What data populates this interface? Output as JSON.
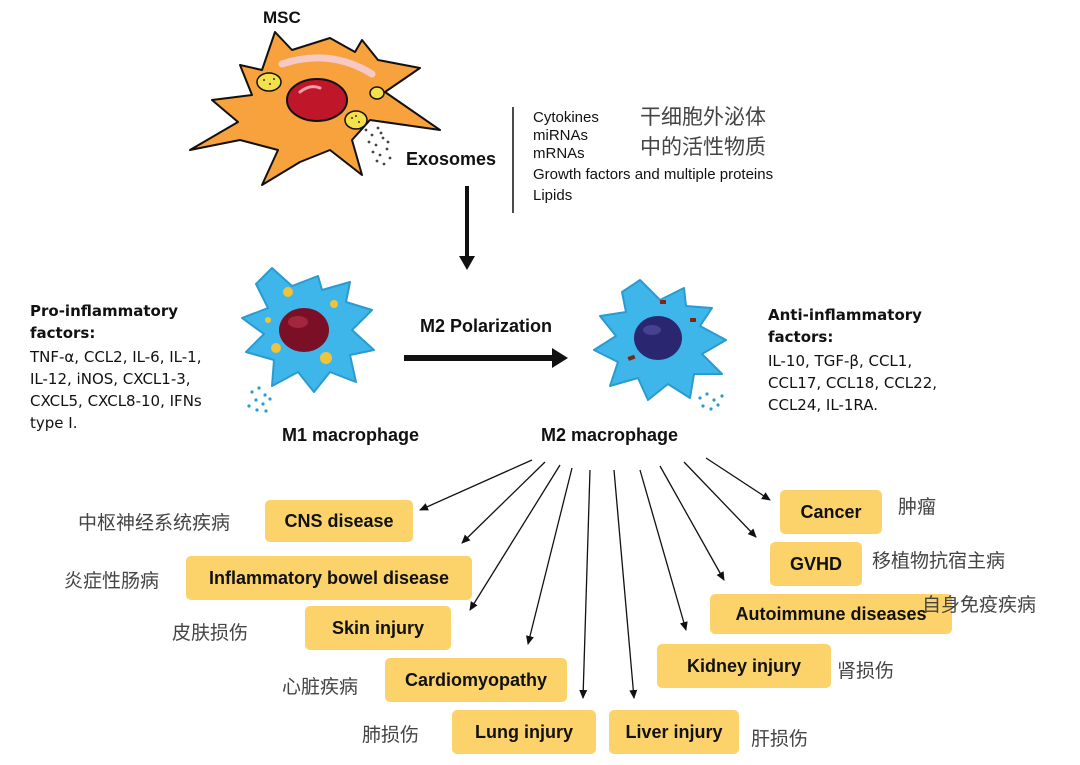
{
  "msc_label": "MSC",
  "exosomes_label": "Exosomes",
  "exosome_components": [
    "Cytokines",
    "miRNAs",
    "mRNAs",
    "Growth factors and multiple proteins",
    "Lipids"
  ],
  "exosome_note_cn": [
    "干细胞外泌体",
    "中的活性物质"
  ],
  "pro_inflammatory": {
    "title": [
      "Pro-inflammatory",
      "factors:"
    ],
    "lines": [
      "TNF-α, CCL2, IL-6, IL-1,",
      "IL-12, iNOS, CXCL1-3,",
      "CXCL5, CXCL8-10, IFNs",
      "type I."
    ]
  },
  "anti_inflammatory": {
    "title": [
      "Anti-inflammatory",
      "factors:"
    ],
    "lines": [
      "IL-10, TGF-β, CCL1,",
      "CCL17, CCL18, CCL22,",
      "CCL24, IL-1RA."
    ]
  },
  "polarization_label": "M2 Polarization",
  "m1_label": "M1 macrophage",
  "m2_label": "M2 macrophage",
  "diseases": {
    "cns": {
      "en": "CNS disease",
      "cn": "中枢神经系统疾病"
    },
    "ibd": {
      "en": "Inflammatory bowel disease",
      "cn": "炎症性肠病"
    },
    "skin": {
      "en": "Skin injury",
      "cn": "皮肤损伤"
    },
    "cardio": {
      "en": "Cardiomyopathy",
      "cn": "心脏疾病"
    },
    "lung": {
      "en": "Lung injury",
      "cn": "肺损伤"
    },
    "liver": {
      "en": "Liver injury",
      "cn": "肝损伤"
    },
    "kidney": {
      "en": "Kidney injury",
      "cn": "肾损伤"
    },
    "autoimmune": {
      "en": "Autoimmune diseases",
      "cn": "自身免疫疾病"
    },
    "gvhd": {
      "en": "GVHD",
      "cn": "移植物抗宿主病"
    },
    "cancer": {
      "en": "Cancer",
      "cn": "肿瘤"
    }
  },
  "colors": {
    "msc_body": "#f7a23c",
    "nucleus_red": "#c0162a",
    "m1_body": "#3fb6ea",
    "m1_nucleus": "#7a0f25",
    "m2_nucleus": "#2a2770",
    "box_fill": "#fcd36b",
    "granule_yellow": "#f3e04a"
  }
}
